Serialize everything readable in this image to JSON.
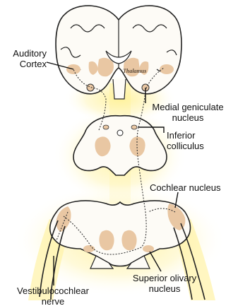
{
  "diagram": {
    "labels": {
      "auditory_cortex_line1": "Auditory",
      "auditory_cortex_line2": "Cortex",
      "thalamus": "Thalamus",
      "medial_geniculate_line1": "Medial geniculate",
      "medial_geniculate_line2": "nucleus",
      "inferior_colliculus_line1": "Inferior",
      "inferior_colliculus_line2": "colliculus",
      "cochlear_nucleus": "Cochlear nucleus",
      "vestibulocochlear_line1": "Vestibulocochlear",
      "vestibulocochlear_line2": "nerve",
      "superior_olivary_line1": "Superior olivary",
      "superior_olivary_line2": "nucleus"
    },
    "colors": {
      "glow": "#fff3a0",
      "tissue": "#fdfbf6",
      "outline": "#222222",
      "nucleus": "#e9c7a3",
      "pathway": "#333333",
      "text": "#111111"
    }
  }
}
